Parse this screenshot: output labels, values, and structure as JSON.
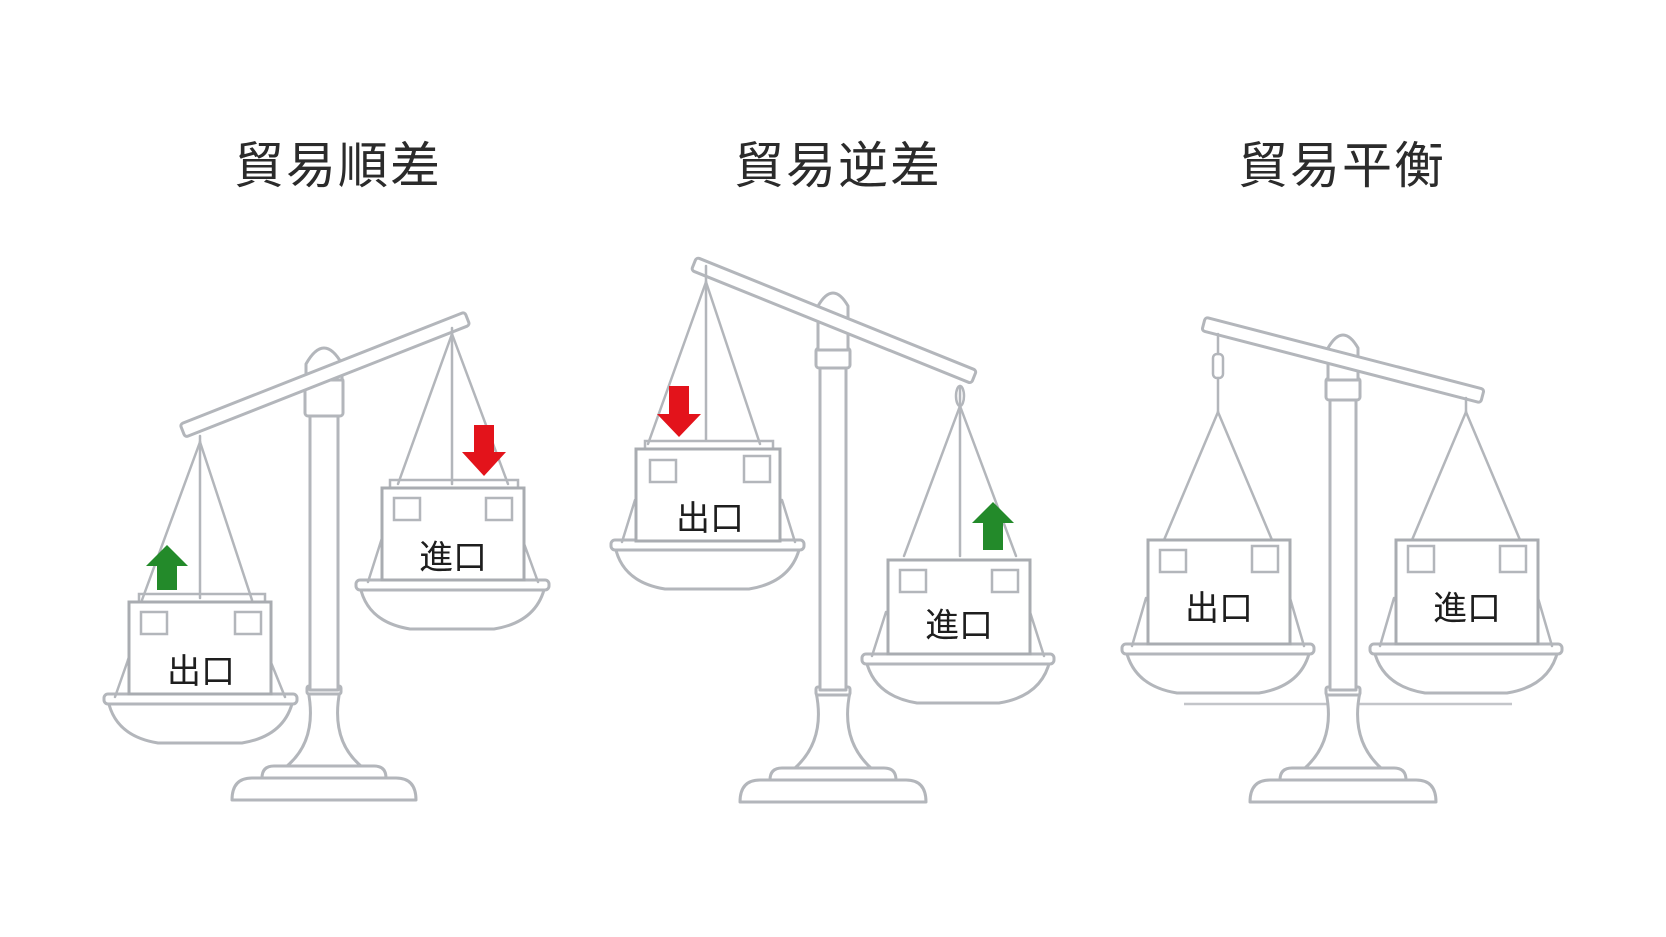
{
  "panels": [
    {
      "title": "貿易順差",
      "left_box_label": "出口",
      "right_box_label": "進口",
      "left_arrow": {
        "direction": "up",
        "color": "#238a2a"
      },
      "right_arrow": {
        "direction": "down",
        "color": "#e3131b"
      }
    },
    {
      "title": "貿易逆差",
      "left_box_label": "出口",
      "right_box_label": "進口",
      "left_arrow": {
        "direction": "down",
        "color": "#e3131b"
      },
      "right_arrow": {
        "direction": "up",
        "color": "#238a2a"
      }
    },
    {
      "title": "貿易平衡",
      "left_box_label": "出口",
      "right_box_label": "進口"
    }
  ],
  "colors": {
    "background": "#ffffff",
    "metal_stroke": "#b3b6bb",
    "text": "#2b2b2b",
    "up_arrow": "#238a2a",
    "down_arrow": "#e3131b"
  }
}
